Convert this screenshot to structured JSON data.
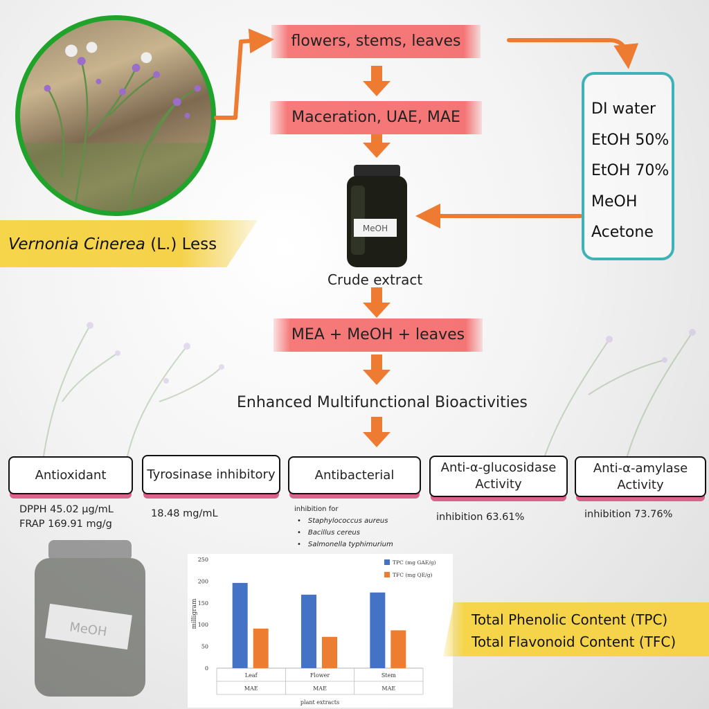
{
  "species": {
    "genus_species": "Vernonia Cinerea",
    "authority": " (L.) Less"
  },
  "steps": {
    "parts": "flowers, stems, leaves",
    "methods": "Maceration, UAE, MAE",
    "optimal": "MEA + MeOH + leaves"
  },
  "solvents": [
    "DI water",
    "EtOH 50%",
    "EtOH 70%",
    "MeOH",
    "Acetone"
  ],
  "jar_label": "MeOH",
  "crude_label": "Crude extract",
  "headline": "Enhanced Multifunctional Bioactivities",
  "activities": [
    {
      "name": "Antioxidant",
      "results": [
        "DPPH 45.02 µg/mL",
        "FRAP 169.91  mg/g"
      ]
    },
    {
      "name": "Tyrosinase inhibitory",
      "results": [
        "18.48 mg/mL"
      ]
    },
    {
      "name": "Antibacterial",
      "intro": "inhibition for",
      "results": [
        "Staphylococcus aureus",
        "Bacillus cereus",
        "Salmonella typhimurium"
      ]
    },
    {
      "name_line1": "Anti-α-glucosidase",
      "name_line2": "Activity",
      "results": [
        "inhibition 63.61%"
      ]
    },
    {
      "name_line1": "Anti-α-amylase",
      "name_line2": "Activity",
      "results": [
        "inhibition  73.76%"
      ]
    }
  ],
  "content_labels": [
    "Total Phenolic Content (TPC)",
    "Total Flavonoid Content (TFC)"
  ],
  "colors": {
    "arrow": "#ee7b32",
    "step": "#f47575",
    "circle": "#1fa32a",
    "box": "#3fb2b8",
    "tpc": "#4472c4",
    "tfc": "#ed7d31"
  },
  "chart_data": {
    "type": "bar",
    "categories": [
      "Leaf",
      "Flower",
      "Stem"
    ],
    "sub_categories": [
      "MAE",
      "MAE",
      "MAE"
    ],
    "series": [
      {
        "name": "TPC (mg GAE/g)",
        "values": [
          196,
          169,
          174
        ]
      },
      {
        "name": "TFC (mg QE/g)",
        "values": [
          91,
          72,
          87
        ]
      }
    ],
    "ylabel": "milligram",
    "xlabel": "plant extracts",
    "ylim": [
      0,
      250
    ],
    "yticks": [
      0,
      50,
      100,
      150,
      200,
      250
    ],
    "legend": "top-right",
    "grid": false
  }
}
